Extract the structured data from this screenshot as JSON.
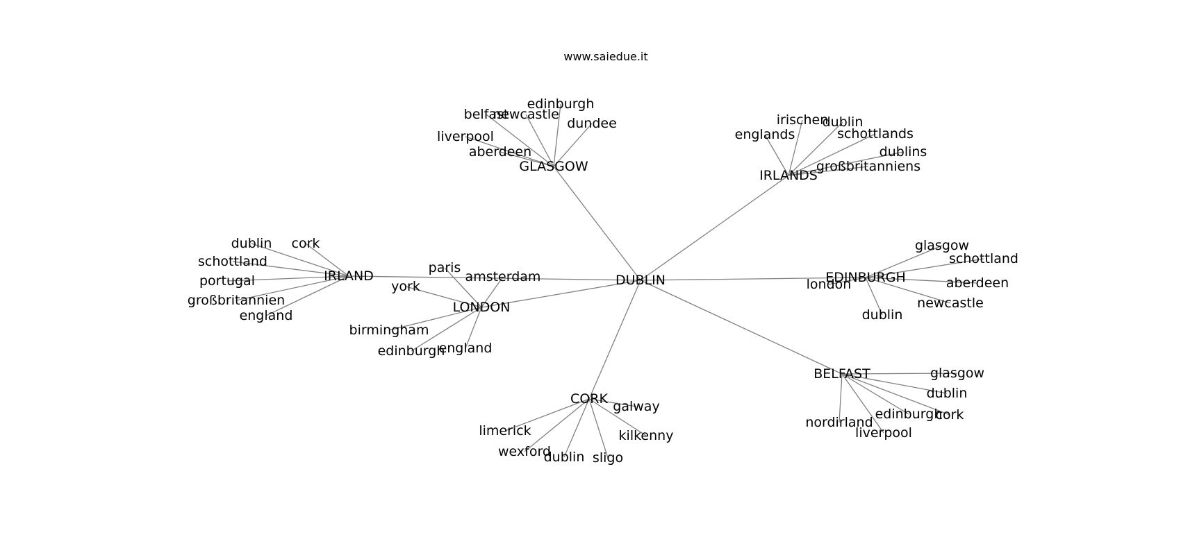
{
  "title": "www.saiedue.it",
  "colors": {
    "edge": "#808080",
    "text": "#000000",
    "background": "#ffffff"
  },
  "center": {
    "id": "DUBLIN",
    "label": "DUBLIN"
  },
  "hubs": [
    {
      "id": "GLASGOW",
      "label": "GLASGOW",
      "leaves": [
        "belfast",
        "newcastle",
        "edinburgh",
        "dundee",
        "liverpool",
        "aberdeen"
      ]
    },
    {
      "id": "IRLANDS",
      "label": "IRLANDS",
      "leaves": [
        "irischen",
        "dublin",
        "englands",
        "schottlands",
        "dublins",
        "großbritanniens"
      ]
    },
    {
      "id": "IRLAND",
      "label": "IRLAND",
      "leaves": [
        "dublin",
        "cork",
        "schottland",
        "portugal",
        "großbritannien",
        "england"
      ]
    },
    {
      "id": "LONDON",
      "label": "LONDON",
      "leaves": [
        "paris",
        "amsterdam",
        "york",
        "birmingham",
        "edinburgh",
        "england"
      ]
    },
    {
      "id": "EDINBURGH",
      "label": "EDINBURGH",
      "leaves": [
        "glasgow",
        "schottland",
        "london",
        "aberdeen",
        "newcastle",
        "dublin"
      ]
    },
    {
      "id": "CORK",
      "label": "CORK",
      "leaves": [
        "galway",
        "limerick",
        "kilkenny",
        "wexford",
        "dublin",
        "sligo"
      ]
    },
    {
      "id": "BELFAST",
      "label": "BELFAST",
      "leaves": [
        "glasgow",
        "dublin",
        "edinburgh",
        "cork",
        "nordirland",
        "liverpool"
      ]
    }
  ]
}
